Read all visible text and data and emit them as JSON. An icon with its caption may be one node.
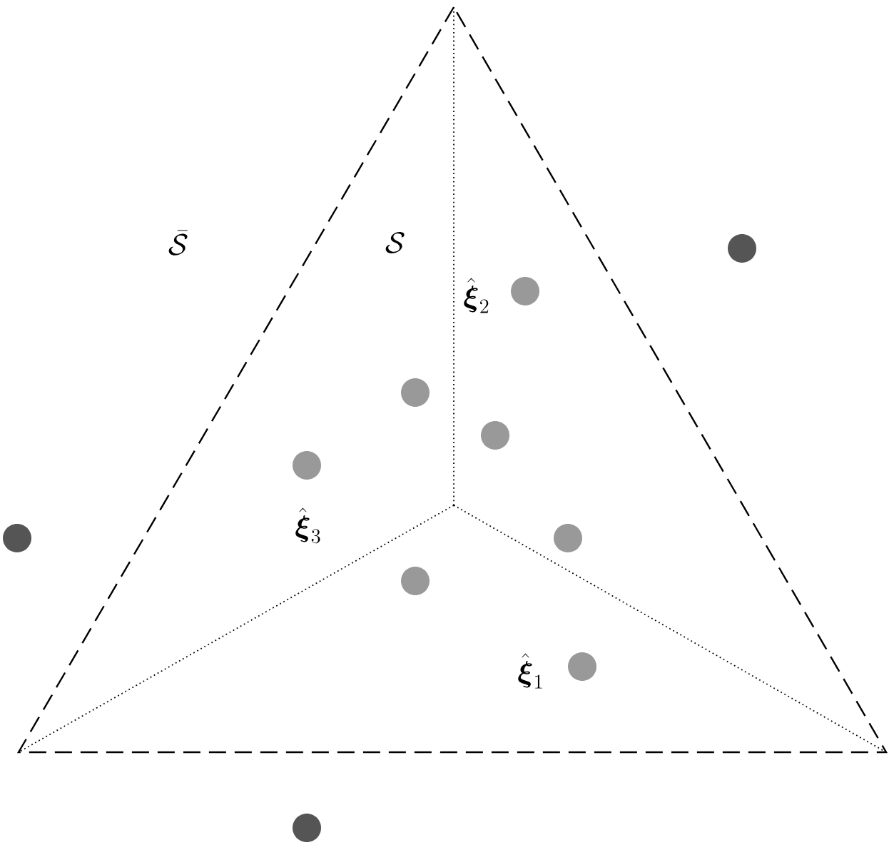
{
  "diagram": {
    "labels": [
      "\\bar{\\mathcal{S}}",
      "\\mathcal{S}",
      "\\hat{\\boldsymbol{\\xi}}_{2}",
      "\\hat{\\boldsymbol{\\xi}}_{3}",
      "\\hat{\\boldsymbol{\\xi}}_{1}"
    ]
  }
}
